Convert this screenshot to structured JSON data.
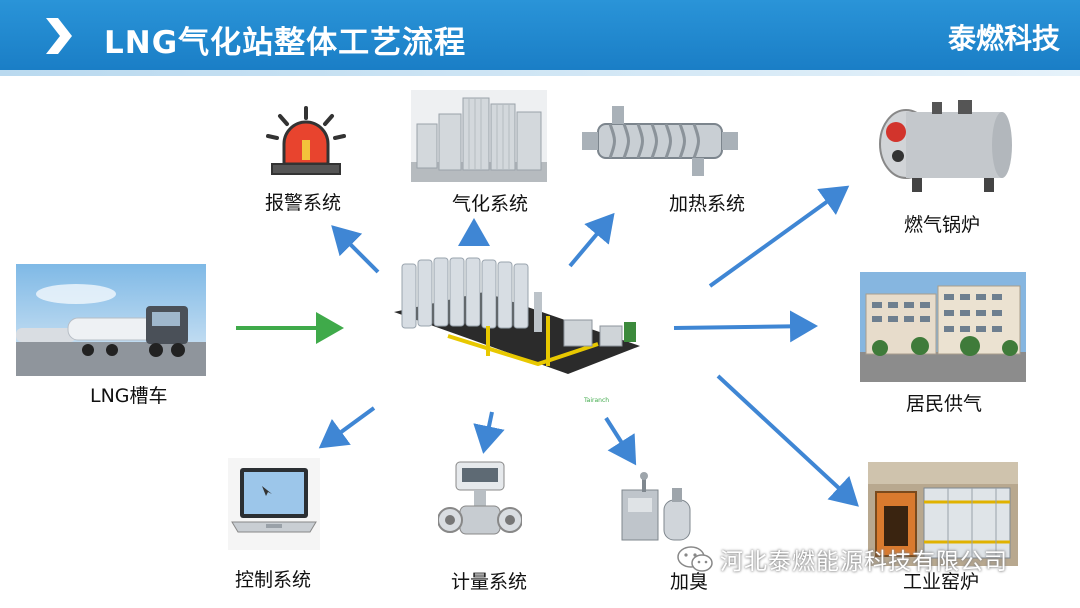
{
  "header": {
    "title": "LNG气化站整体工艺流程",
    "brand": "泰燃科技"
  },
  "diagram": {
    "source": {
      "label": "LNG槽车"
    },
    "center": {
      "stamp": "Tairanch"
    },
    "nodes": {
      "alarm": "报警系统",
      "vaporizer": "气化系统",
      "heating": "加热系统",
      "boiler": "燃气锅炉",
      "residential": "居民供气",
      "kiln": "工业窑炉",
      "control": "控制系统",
      "metering": "计量系统",
      "odorizing": "加臭"
    }
  },
  "watermark": {
    "text": "河北泰燃能源科技有限公司"
  },
  "colors": {
    "header": "#1a7ec6",
    "arrow_blue": "#3f86d4",
    "arrow_green": "#3faa4a"
  }
}
